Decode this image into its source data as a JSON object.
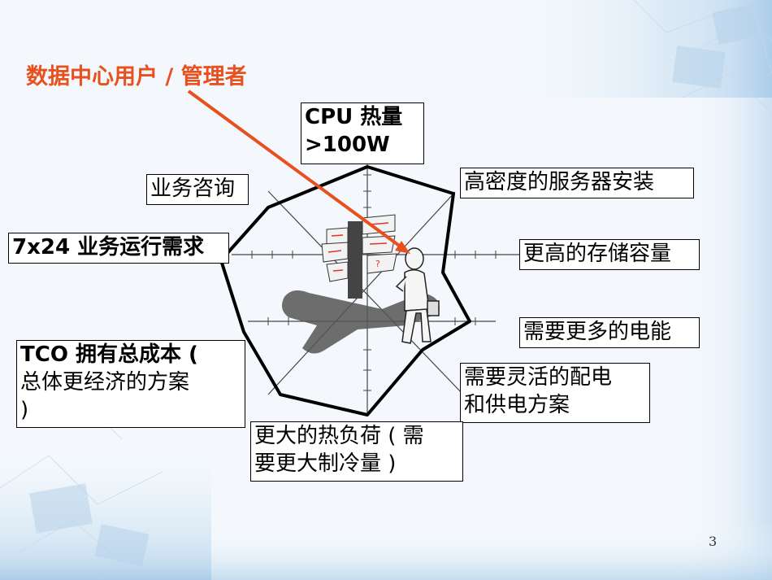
{
  "slide": {
    "title": "数据中心用户 / 管理者",
    "page_number": "3"
  },
  "labels": {
    "cpu": [
      "CPU 热量",
      ">100W"
    ],
    "density": [
      "高密度的服务器安装"
    ],
    "storage": [
      "更高的存储容量"
    ],
    "power": [
      "需要更多的电能"
    ],
    "flex": [
      "需要灵活的配电",
      "和供电方案"
    ],
    "heat": [
      "更大的热负荷 ( 需",
      "要更大制冷量 )"
    ],
    "tco": [
      "TCO 拥有总成本 (",
      "总体更经济的方案",
      ")"
    ],
    "ops": [
      "7x24 业务运行需求"
    ],
    "consult": [
      "业务咨询"
    ]
  },
  "colors": {
    "title": "#e8501d",
    "arrow": "#e8501d",
    "background_tint": "#cfe3f3"
  }
}
